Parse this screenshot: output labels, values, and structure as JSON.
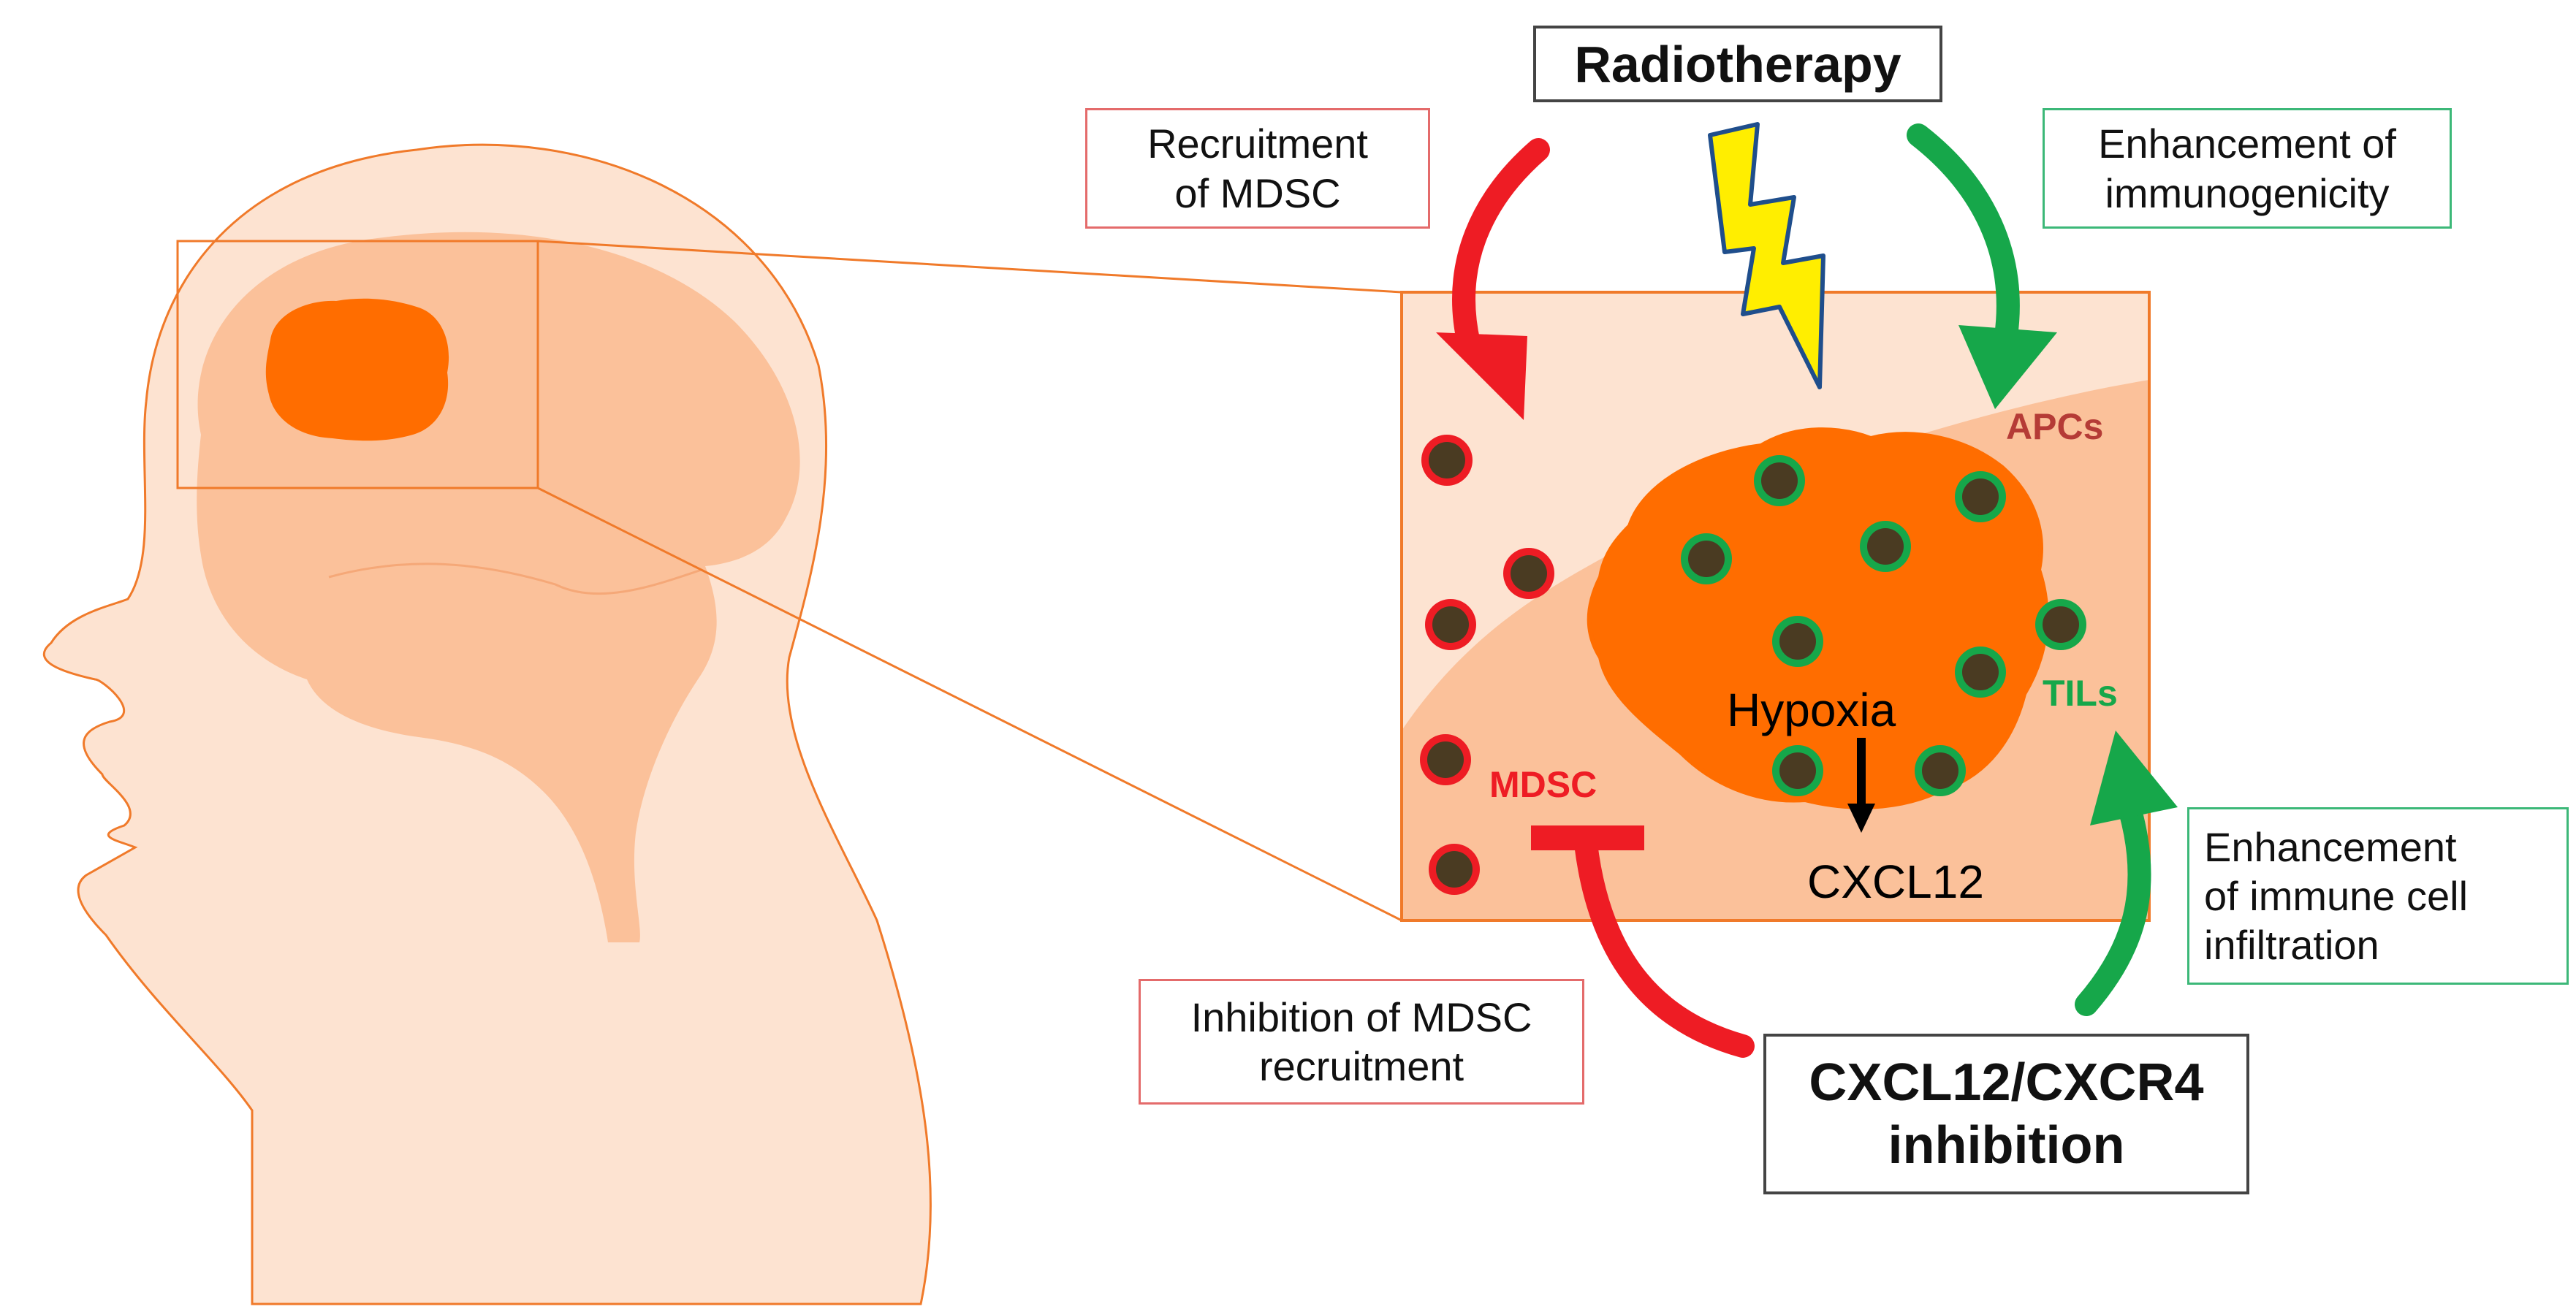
{
  "title": "Radiotherapy",
  "combo": {
    "line1": "CXCL12/CXCR4",
    "line2": "inhibition"
  },
  "boxes": {
    "recruitment": {
      "line1": "Recruitment",
      "line2": "of MDSC"
    },
    "immunogenicity": {
      "line1": "Enhancement of",
      "line2": "immunogenicity"
    },
    "infiltration": {
      "line1": "Enhancement",
      "line2": "of immune cell",
      "line3": "infiltration"
    },
    "inhibition": {
      "line1": "Inhibition of MDSC",
      "line2": "recruitment"
    }
  },
  "cells": {
    "apcs": "APCs",
    "tils": "TILs",
    "mdsc": "MDSC"
  },
  "tumor": {
    "hypoxia": "Hypoxia",
    "cxcl12": "CXCL12"
  },
  "colors": {
    "skin": "#fde3d1",
    "brain": "#fbc19a",
    "outline": "#f07a2a",
    "tumor": "#ff6d00",
    "red": "#ee1c24",
    "green": "#16a74a",
    "bolt": "#ffee00",
    "cell_core": "#4a3b22"
  }
}
